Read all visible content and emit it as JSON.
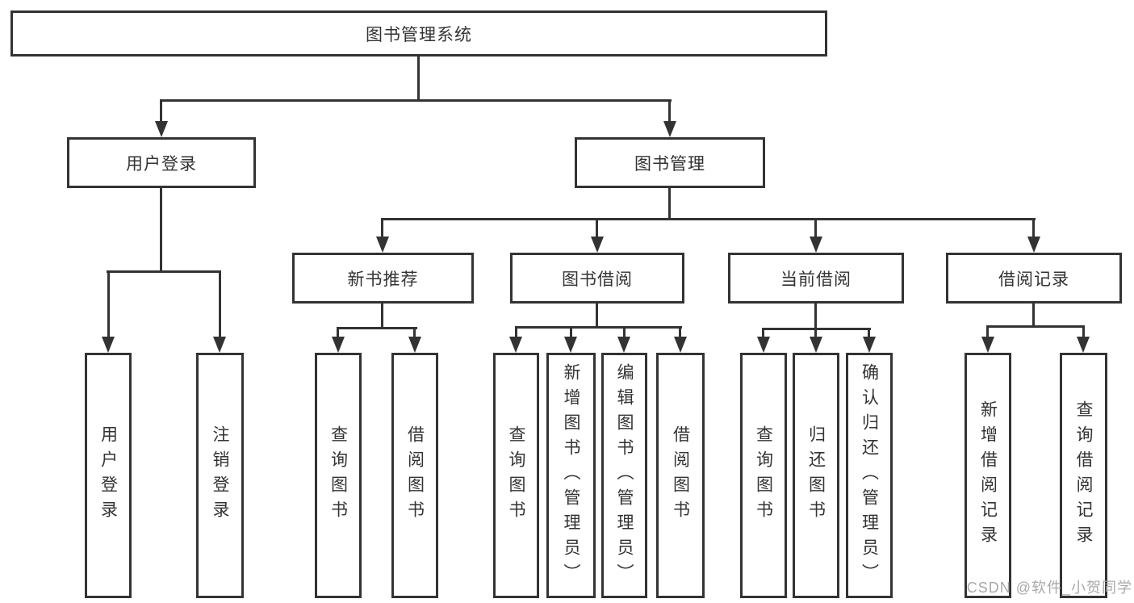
{
  "diagram": {
    "tree": {
      "label": "图书管理系统",
      "children": [
        {
          "label": "用户登录",
          "children": [
            {
              "label": "用户登录"
            },
            {
              "label": "注销登录"
            }
          ]
        },
        {
          "label": "图书管理",
          "children": [
            {
              "label": "新书推荐",
              "children": [
                {
                  "label": "查询图书"
                },
                {
                  "label": "借阅图书"
                }
              ]
            },
            {
              "label": "图书借阅",
              "children": [
                {
                  "label": "查询图书"
                },
                {
                  "label": "新增图书（管理员）"
                },
                {
                  "label": "编辑图书（管理员）"
                },
                {
                  "label": "借阅图书"
                }
              ]
            },
            {
              "label": "当前借阅",
              "children": [
                {
                  "label": "查询图书"
                },
                {
                  "label": "归还图书"
                },
                {
                  "label": "确认归还（管理员）"
                }
              ]
            },
            {
              "label": "借阅记录",
              "children": [
                {
                  "label": "新增借阅记录"
                },
                {
                  "label": "查询借阅记录"
                }
              ]
            }
          ]
        }
      ]
    },
    "watermark": "CSDN @软件_小贺同学",
    "colors": {
      "line": "#333333",
      "text": "#333333",
      "box_background": "#ffffff",
      "watermark": "#a9a9a9",
      "page_background": "#ffffff"
    }
  }
}
